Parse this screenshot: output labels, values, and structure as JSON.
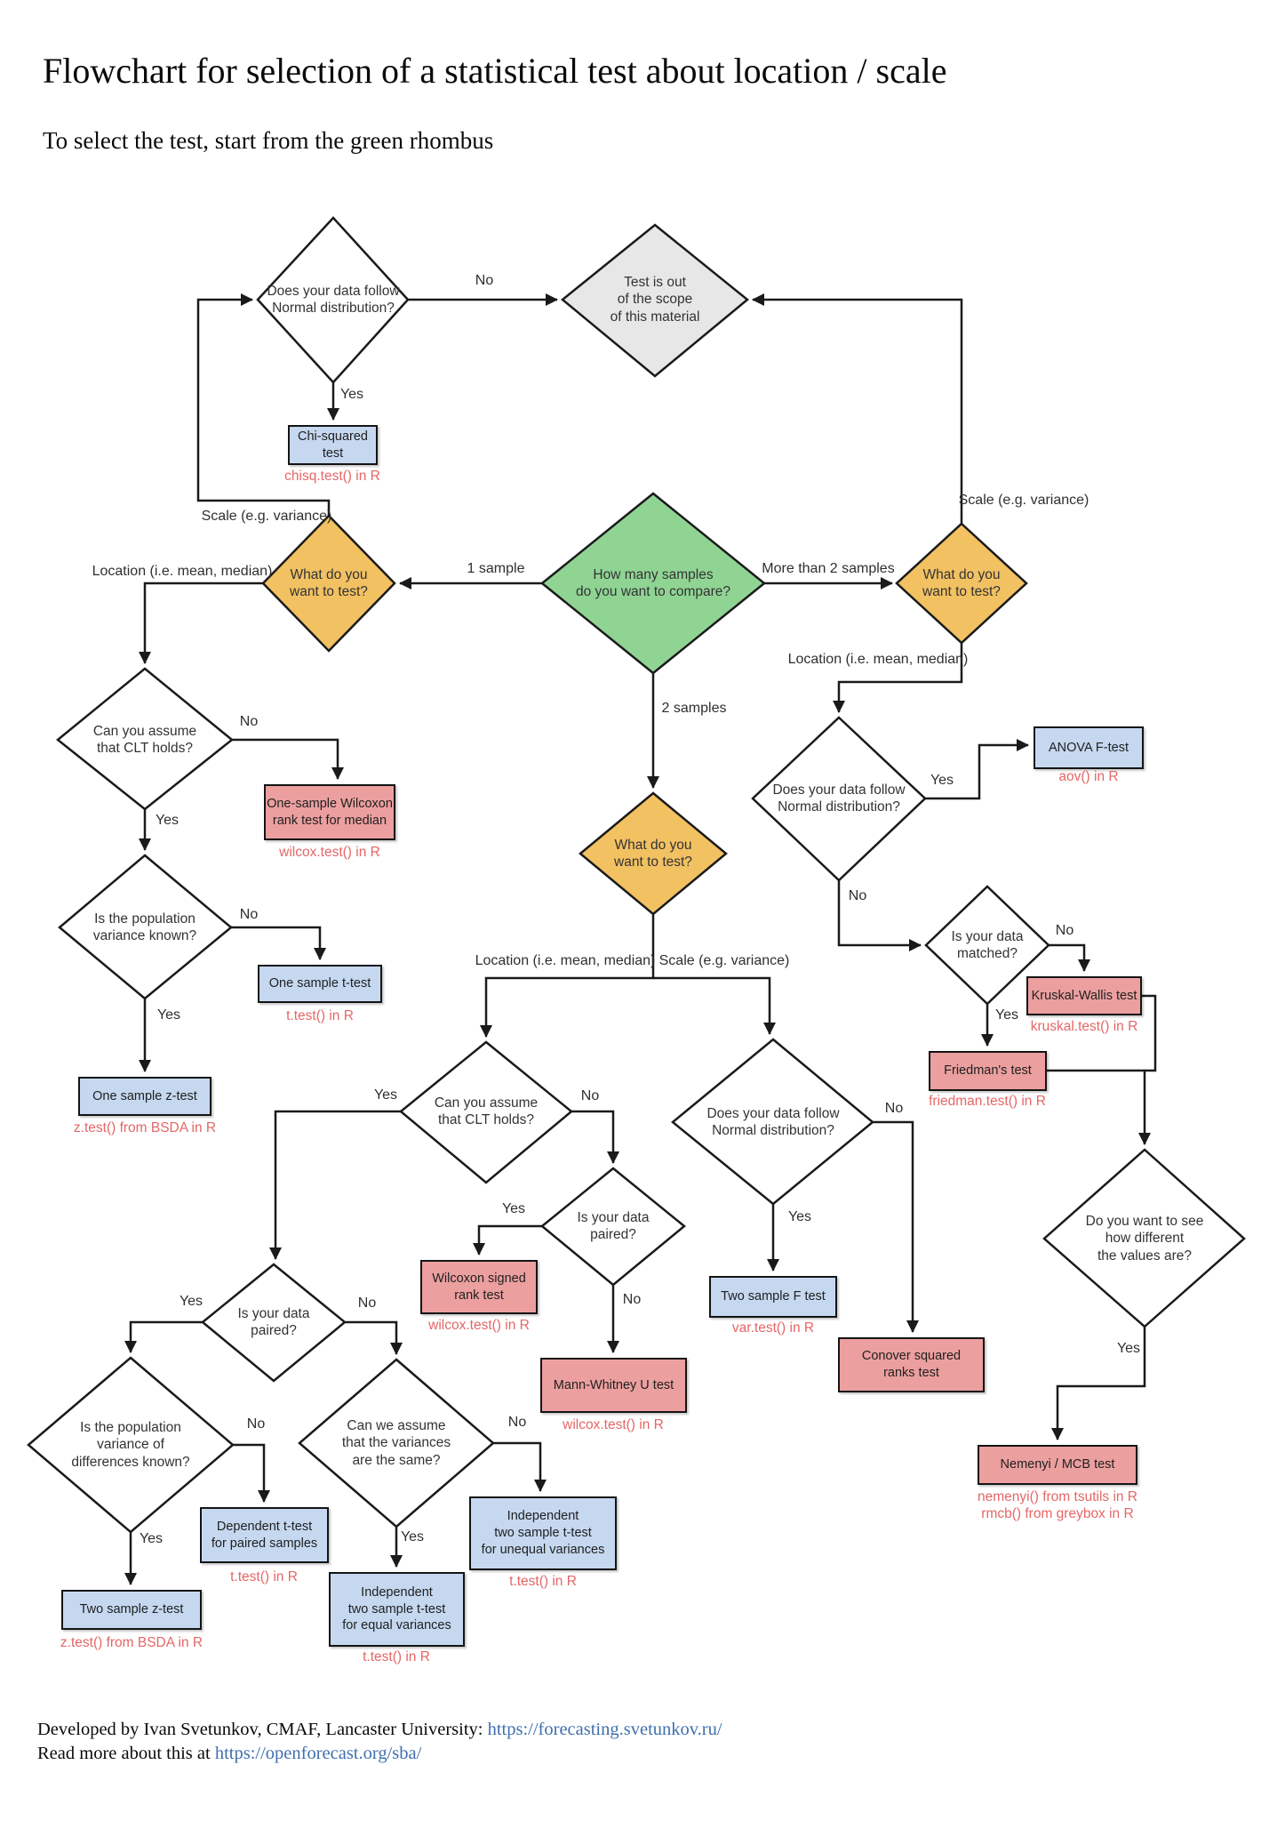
{
  "title": "Flowchart for selection of a statistical test about location / scale",
  "subtitle": "To select the test, start from the green rhombus",
  "colors": {
    "green_rhombus": "#90d494",
    "orange_rhombus": "#f2c162",
    "gray_rhombus": "#e7e7e7",
    "white_rhombus": "#ffffff",
    "blue_box": "#c5d8f0",
    "pink_box": "#ec9f9f",
    "code_text": "#e56666",
    "line": "#1a1a1a",
    "link": "#3f6fae"
  },
  "edge_labels": {
    "yes": "Yes",
    "no": "No",
    "one_sample": "1 sample",
    "two_samples": "2 samples",
    "more_than_two": "More than 2 samples",
    "scale": "Scale (e.g. variance)",
    "location": "Location (i.e. mean, median)"
  },
  "decisions": {
    "normal_top": "Does your data follow\nNormal distribution?",
    "out_of_scope": "Test is out\nof the scope\nof this material",
    "what_left": "What do you\nwant to test?",
    "how_many": "How many samples\ndo you want to compare?",
    "what_right": "What do you\nwant to test?",
    "clt_left": "Can you assume\nthat CLT holds?",
    "pop_var": "Is the population\nvariance known?",
    "normal_right": "Does your data follow\nNormal distribution?",
    "matched": "Is your data\nmatched?",
    "what_mid": "What do you\nwant to test?",
    "clt_mid": "Can you assume\nthat CLT holds?",
    "normal_mid": "Does your data follow\nNormal distribution?",
    "paired_mid": "Is your data\npaired?",
    "paired_left": "Is your data\npaired?",
    "how_different": "Do you want to see\nhow different\nthe values are?",
    "pop_var_diff": "Is the population\nvariance of\ndifferences known?",
    "var_same": "Can we assume\nthat the variances\nare the same?"
  },
  "tests": {
    "chi_squared": {
      "label": "Chi-squared test",
      "code": "chisq.test() in R"
    },
    "one_sample_wilcoxon": {
      "label": "One-sample Wilcoxon\nrank test for median",
      "code": "wilcox.test() in R"
    },
    "one_sample_t": {
      "label": "One sample t-test",
      "code": "t.test() in R"
    },
    "one_sample_z": {
      "label": "One sample z-test",
      "code": "z.test() from BSDA in R"
    },
    "anova_f": {
      "label": "ANOVA F-test",
      "code": "aov() in R"
    },
    "kruskal_wallis": {
      "label": "Kruskal-Wallis test",
      "code": "kruskal.test() in R"
    },
    "friedman": {
      "label": "Friedman's test",
      "code": "friedman.test() in R"
    },
    "wilcoxon_signed": {
      "label": "Wilcoxon signed\nrank test",
      "code": "wilcox.test() in R"
    },
    "mann_whitney": {
      "label": "Mann-Whitney U test",
      "code": "wilcox.test() in R"
    },
    "two_sample_f": {
      "label": "Two sample F test",
      "code": "var.test() in R"
    },
    "conover": {
      "label": "Conover squared\nranks test"
    },
    "nemenyi": {
      "label": "Nemenyi / MCB test",
      "code": "nemenyi() from tsutils in R\nrmcb() from greybox in R"
    },
    "dependent_t": {
      "label": "Dependent t-test\nfor paired samples",
      "code": "t.test() in R"
    },
    "two_sample_z": {
      "label": "Two sample z-test",
      "code": "z.test() from BSDA in R"
    },
    "indep_equal": {
      "label": "Independent\ntwo sample t-test\nfor equal variances",
      "code": "t.test() in R"
    },
    "indep_unequal": {
      "label": "Independent\ntwo sample t-test\nfor unequal variances",
      "code": "t.test() in R"
    }
  },
  "footer": {
    "line1_prefix": "Developed by Ivan Svetunkov, CMAF, Lancaster University: ",
    "line1_link": "https://forecasting.svetunkov.ru/",
    "line2_prefix": "Read more about this at ",
    "line2_link": "https://openforecast.org/sba/"
  }
}
